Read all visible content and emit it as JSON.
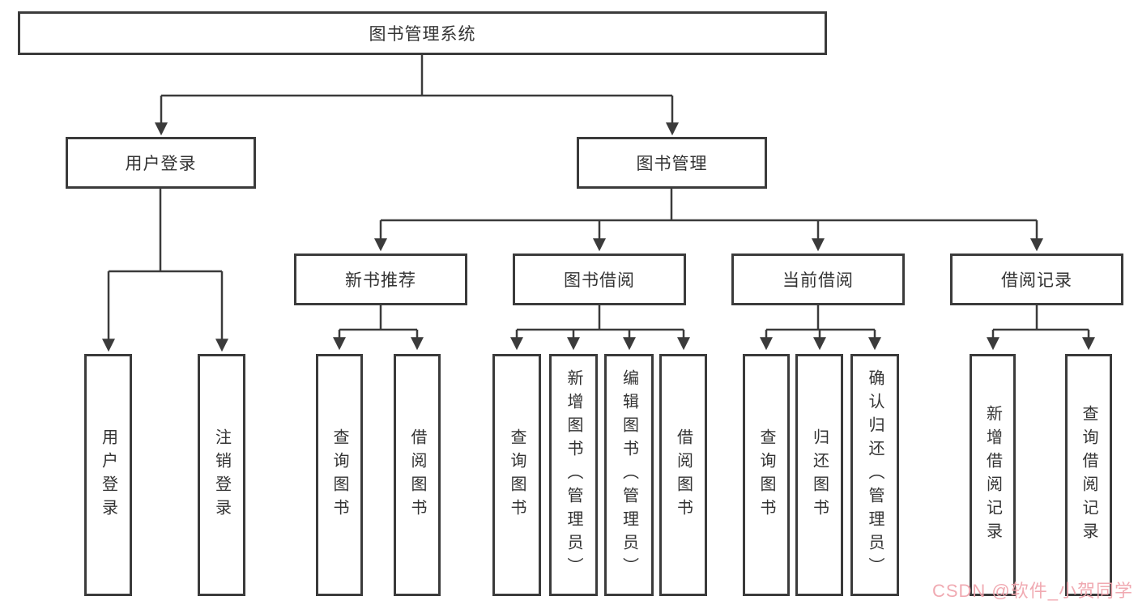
{
  "style": {
    "line_color": "#3b3b3b",
    "box_border_color": "#3b3b3b",
    "text_color": "#333333",
    "background": "#ffffff",
    "watermark_color": "#f0a6ae"
  },
  "watermark": {
    "text": "CSDN @软件_小贺同学"
  },
  "tree": {
    "root": {
      "label": "图书管理系统"
    },
    "branches": [
      {
        "label": "用户登录",
        "children": [
          {
            "label": "用户登录"
          },
          {
            "label": "注销登录"
          }
        ]
      },
      {
        "label": "图书管理",
        "children": [
          {
            "label": "新书推荐",
            "children": [
              {
                "label": "查询图书"
              },
              {
                "label": "借阅图书"
              }
            ]
          },
          {
            "label": "图书借阅",
            "children": [
              {
                "label": "查询图书"
              },
              {
                "label": "新增图书（管理员）"
              },
              {
                "label": "编辑图书（管理员）"
              },
              {
                "label": "借阅图书"
              }
            ]
          },
          {
            "label": "当前借阅",
            "children": [
              {
                "label": "查询图书"
              },
              {
                "label": "归还图书"
              },
              {
                "label": "确认归还（管理员）"
              }
            ]
          },
          {
            "label": "借阅记录",
            "children": [
              {
                "label": "新增借阅记录"
              },
              {
                "label": "查询借阅记录"
              }
            ]
          }
        ]
      }
    ]
  }
}
